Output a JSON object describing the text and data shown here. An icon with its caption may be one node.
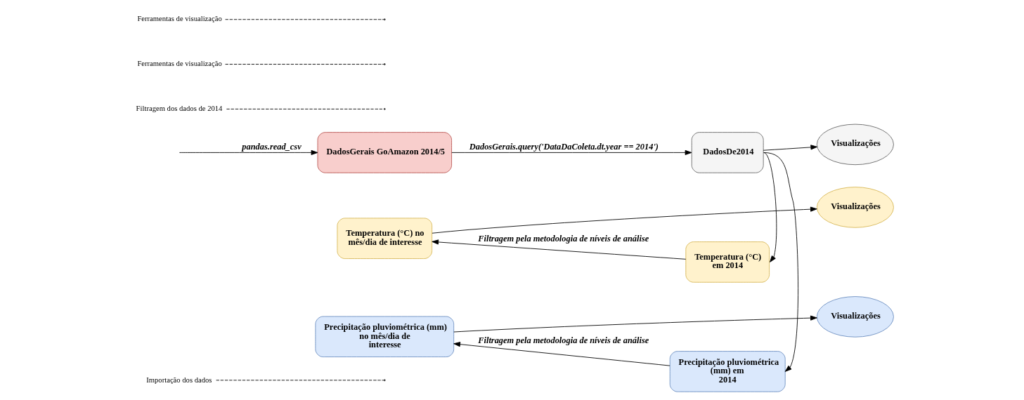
{
  "diagram": {
    "nodes": [
      {
        "text": [
          "Importação dos dados"
        ]
      },
      {
        "text": [
          "DadosGerais GoAmazon 2014/5"
        ]
      },
      {
        "text": [
          "Filtragem dos dados de 2014"
        ]
      },
      {
        "text": [
          "DadosDe2014"
        ]
      },
      {
        "text": [
          "Visualizações"
        ]
      },
      {
        "text": [
          "Ferramentas de visualização"
        ]
      },
      {
        "text": [
          "Visualizações"
        ]
      },
      {
        "text": [
          "Temperatura (°C) no mês/dia de interesse"
        ]
      },
      {
        "text": [
          "Temperatura (°C) em 2014"
        ]
      },
      {
        "text": [
          "Visualizações"
        ]
      },
      {
        "text": [
          "Precipitação pluviométrica (mm) no mês/dia de interesse"
        ]
      },
      {
        "text": [
          "Precipitação pluviométrica (mm) em 2014"
        ]
      },
      {
        "text": [
          "Ferramentas de visualização"
        ]
      }
    ],
    "edges": [
      {
        "from": null,
        "to": 1,
        "arrow": "to",
        "label": "pandas.read_csv"
      },
      {
        "from": 1,
        "to": 3,
        "arrow": "to",
        "label": "DadosGerais.query('DataDaColeta.dt.year == 2014')"
      },
      {
        "from": 3,
        "to": 4,
        "arrow": "to"
      },
      {
        "from": 3,
        "to": 8,
        "arrow": "to"
      },
      {
        "from": 3,
        "to": 11,
        "arrow": "to"
      },
      {
        "from": 8,
        "to": 7,
        "arrow": "to",
        "label": "Filtragem pela metodologia de níveis de análise"
      },
      {
        "from": 7,
        "to": 6,
        "arrow": "to"
      },
      {
        "from": 11,
        "to": 10,
        "arrow": "to",
        "label": "Filtragem pela metodologia de níveis de análise"
      },
      {
        "from": 10,
        "to": 9,
        "arrow": "to"
      },
      {
        "from": 0,
        "to": null,
        "arrow": "none",
        "style": "dashed"
      },
      {
        "from": 2,
        "to": null,
        "arrow": "none",
        "style": "dashed"
      },
      {
        "from": 5,
        "to": null,
        "arrow": "none",
        "style": "dashed"
      },
      {
        "from": 12,
        "to": null,
        "arrow": "none",
        "style": "dashed"
      }
    ]
  }
}
